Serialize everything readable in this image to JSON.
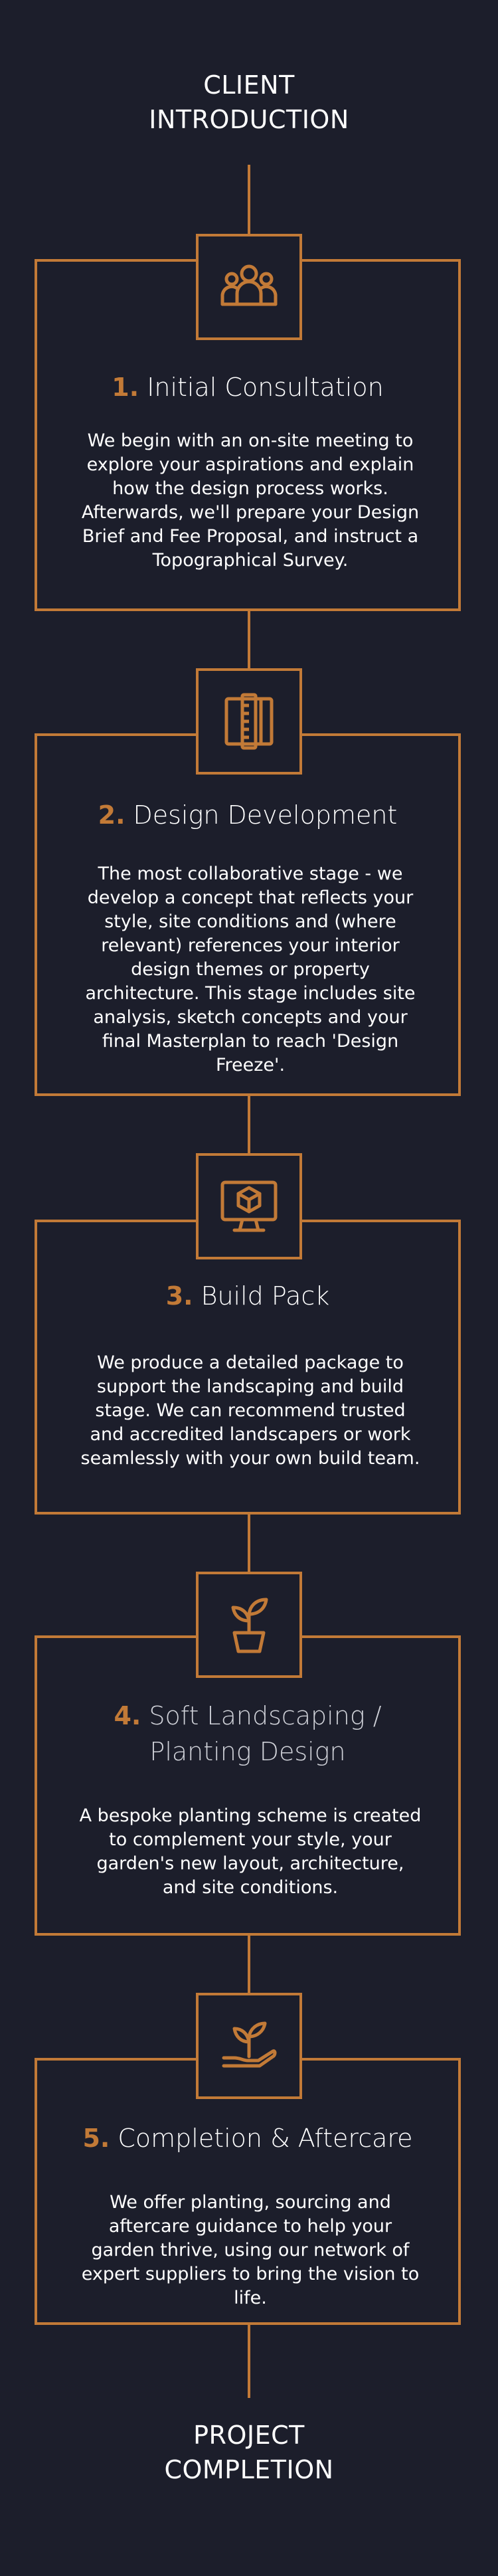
{
  "start": {
    "line1": "CLIENT",
    "line2": "INTRODUCTION"
  },
  "end": {
    "line1": "PROJECT",
    "line2": "COMPLETION"
  },
  "steps": [
    {
      "number": "1.",
      "title": "Initial Consultation",
      "icon": "group-people-icon",
      "body": "We begin with an on-site meeting to explore your aspirations and explain how the design process works. Afterwards, we'll prepare your Design Brief and Fee Proposal, and instruct a Topographical Survey."
    },
    {
      "number": "2.",
      "title": "Design Development",
      "icon": "blueprint-ruler-icon",
      "body": "The most collaborative stage - we develop a concept that reflects your style, site conditions and (where relevant) references your interior design themes or property architecture. This stage includes site analysis, sketch concepts and your final Masterplan to reach 'Design Freeze'."
    },
    {
      "number": "3.",
      "title": "Build Pack",
      "icon": "monitor-cube-icon",
      "body": "We produce a detailed package to support the landscaping and build stage. We can recommend trusted and accredited landscapers or work seamlessly with your own build team."
    },
    {
      "number": "4.",
      "title_line1": "Soft Landscaping /",
      "title_line2": "Planting Design",
      "icon": "potted-plant-icon",
      "body": "A bespoke planting scheme is created to complement your style, your garden's new layout, architecture, and site conditions."
    },
    {
      "number": "5.",
      "title": "Completion & Aftercare",
      "icon": "hand-plant-icon",
      "body": "We offer planting, sourcing and aftercare guidance to help your garden thrive, using our network of expert suppliers to bring the vision to life."
    }
  ],
  "colors": {
    "background": "#1c1e2b",
    "accent": "#c27a37",
    "text": "#ffffff"
  }
}
